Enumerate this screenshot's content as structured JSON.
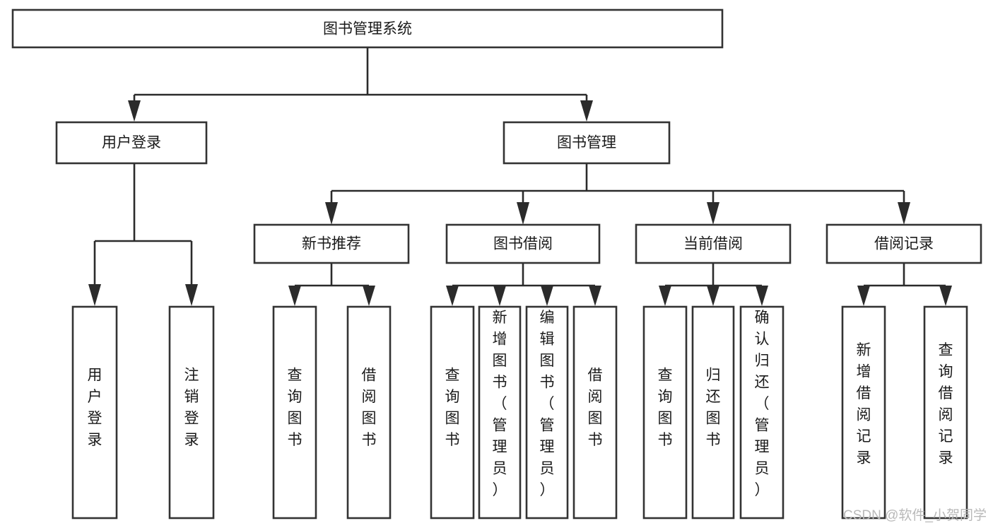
{
  "diagram": {
    "title": "图书管理系统",
    "type": "tree-hierarchy",
    "root": {
      "label": "图书管理系统"
    },
    "level1": [
      {
        "label": "用户登录"
      },
      {
        "label": "图书管理"
      }
    ],
    "level2": [
      {
        "label": "新书推荐"
      },
      {
        "label": "图书借阅"
      },
      {
        "label": "当前借阅"
      },
      {
        "label": "借阅记录"
      }
    ],
    "leaves_user_login": [
      {
        "label": "用户登录"
      },
      {
        "label": "注销登录"
      }
    ],
    "leaves_new_book": [
      {
        "label": "查询图书"
      },
      {
        "label": "借阅图书"
      }
    ],
    "leaves_borrow": [
      {
        "label": "查询图书"
      },
      {
        "label": "新增图书（管理员）"
      },
      {
        "label": "编辑图书（管理员）"
      },
      {
        "label": "借阅图书"
      }
    ],
    "leaves_current": [
      {
        "label": "查询图书"
      },
      {
        "label": "归还图书"
      },
      {
        "label": "确认归还（管理员）"
      }
    ],
    "leaves_record": [
      {
        "label": "新增借阅记录"
      },
      {
        "label": "查询借阅记录"
      }
    ]
  },
  "watermark": {
    "text": "CSDN @软件_小贺同学"
  },
  "colors": {
    "background": "#ffffff",
    "node_stroke": "#333333",
    "connector": "#2b2b2b",
    "text": "#1a1a1a",
    "watermark": "#b9b9b9"
  }
}
